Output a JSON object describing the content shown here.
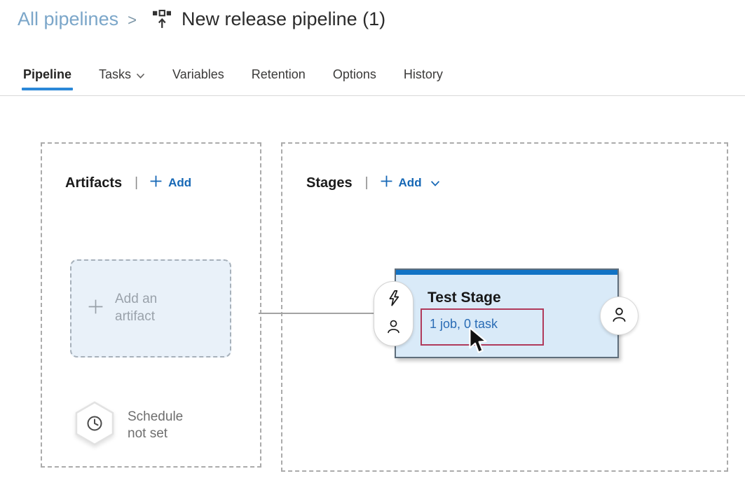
{
  "breadcrumb": {
    "all_pipelines": "All pipelines",
    "separator": ">",
    "pipeline_title": "New release pipeline (1)"
  },
  "tabs": [
    {
      "label": "Pipeline",
      "active": true
    },
    {
      "label": "Tasks",
      "has_dropdown": true
    },
    {
      "label": "Variables",
      "active": false
    },
    {
      "label": "Retention",
      "active": false
    },
    {
      "label": "Options",
      "active": false
    },
    {
      "label": "History",
      "active": false
    }
  ],
  "artifacts": {
    "header": "Artifacts",
    "divider": "|",
    "add_button": "Add",
    "add_artifact_placeholder": "Add an artifact",
    "schedule_status": "Schedule not set"
  },
  "stages": {
    "header": "Stages",
    "divider": "|",
    "add_button": "Add",
    "stage_card": {
      "name": "Test Stage",
      "summary_link": "1 job, 0 task"
    }
  },
  "icons": {
    "breadcrumb_icon": "release-pipeline-icon",
    "tasks_chevron": "chevron-down-icon",
    "stages_add_chevron": "chevron-down-icon",
    "add_plus": "plus-icon",
    "schedule_icon": "clock-icon",
    "stage_trigger_icon": "lightning-icon",
    "pre_deployment_icon": "person-icon",
    "post_deployment_icon": "person-icon",
    "pointer": "mouse-cursor-icon"
  },
  "colors": {
    "breadcrumb_link": "#7BA6C9",
    "tab_underline": "#2B88D8",
    "action_blue": "#1668B6",
    "stage_top_bar": "#1173C5",
    "stage_background": "#D9EAF8",
    "stage_border": "#5F6E7C",
    "jobs_link_blue": "#2A6CB5",
    "highlight_box_red": "#B03A5B",
    "muted_text": "#9AA2AB",
    "schedule_text": "#6E6E6E"
  }
}
